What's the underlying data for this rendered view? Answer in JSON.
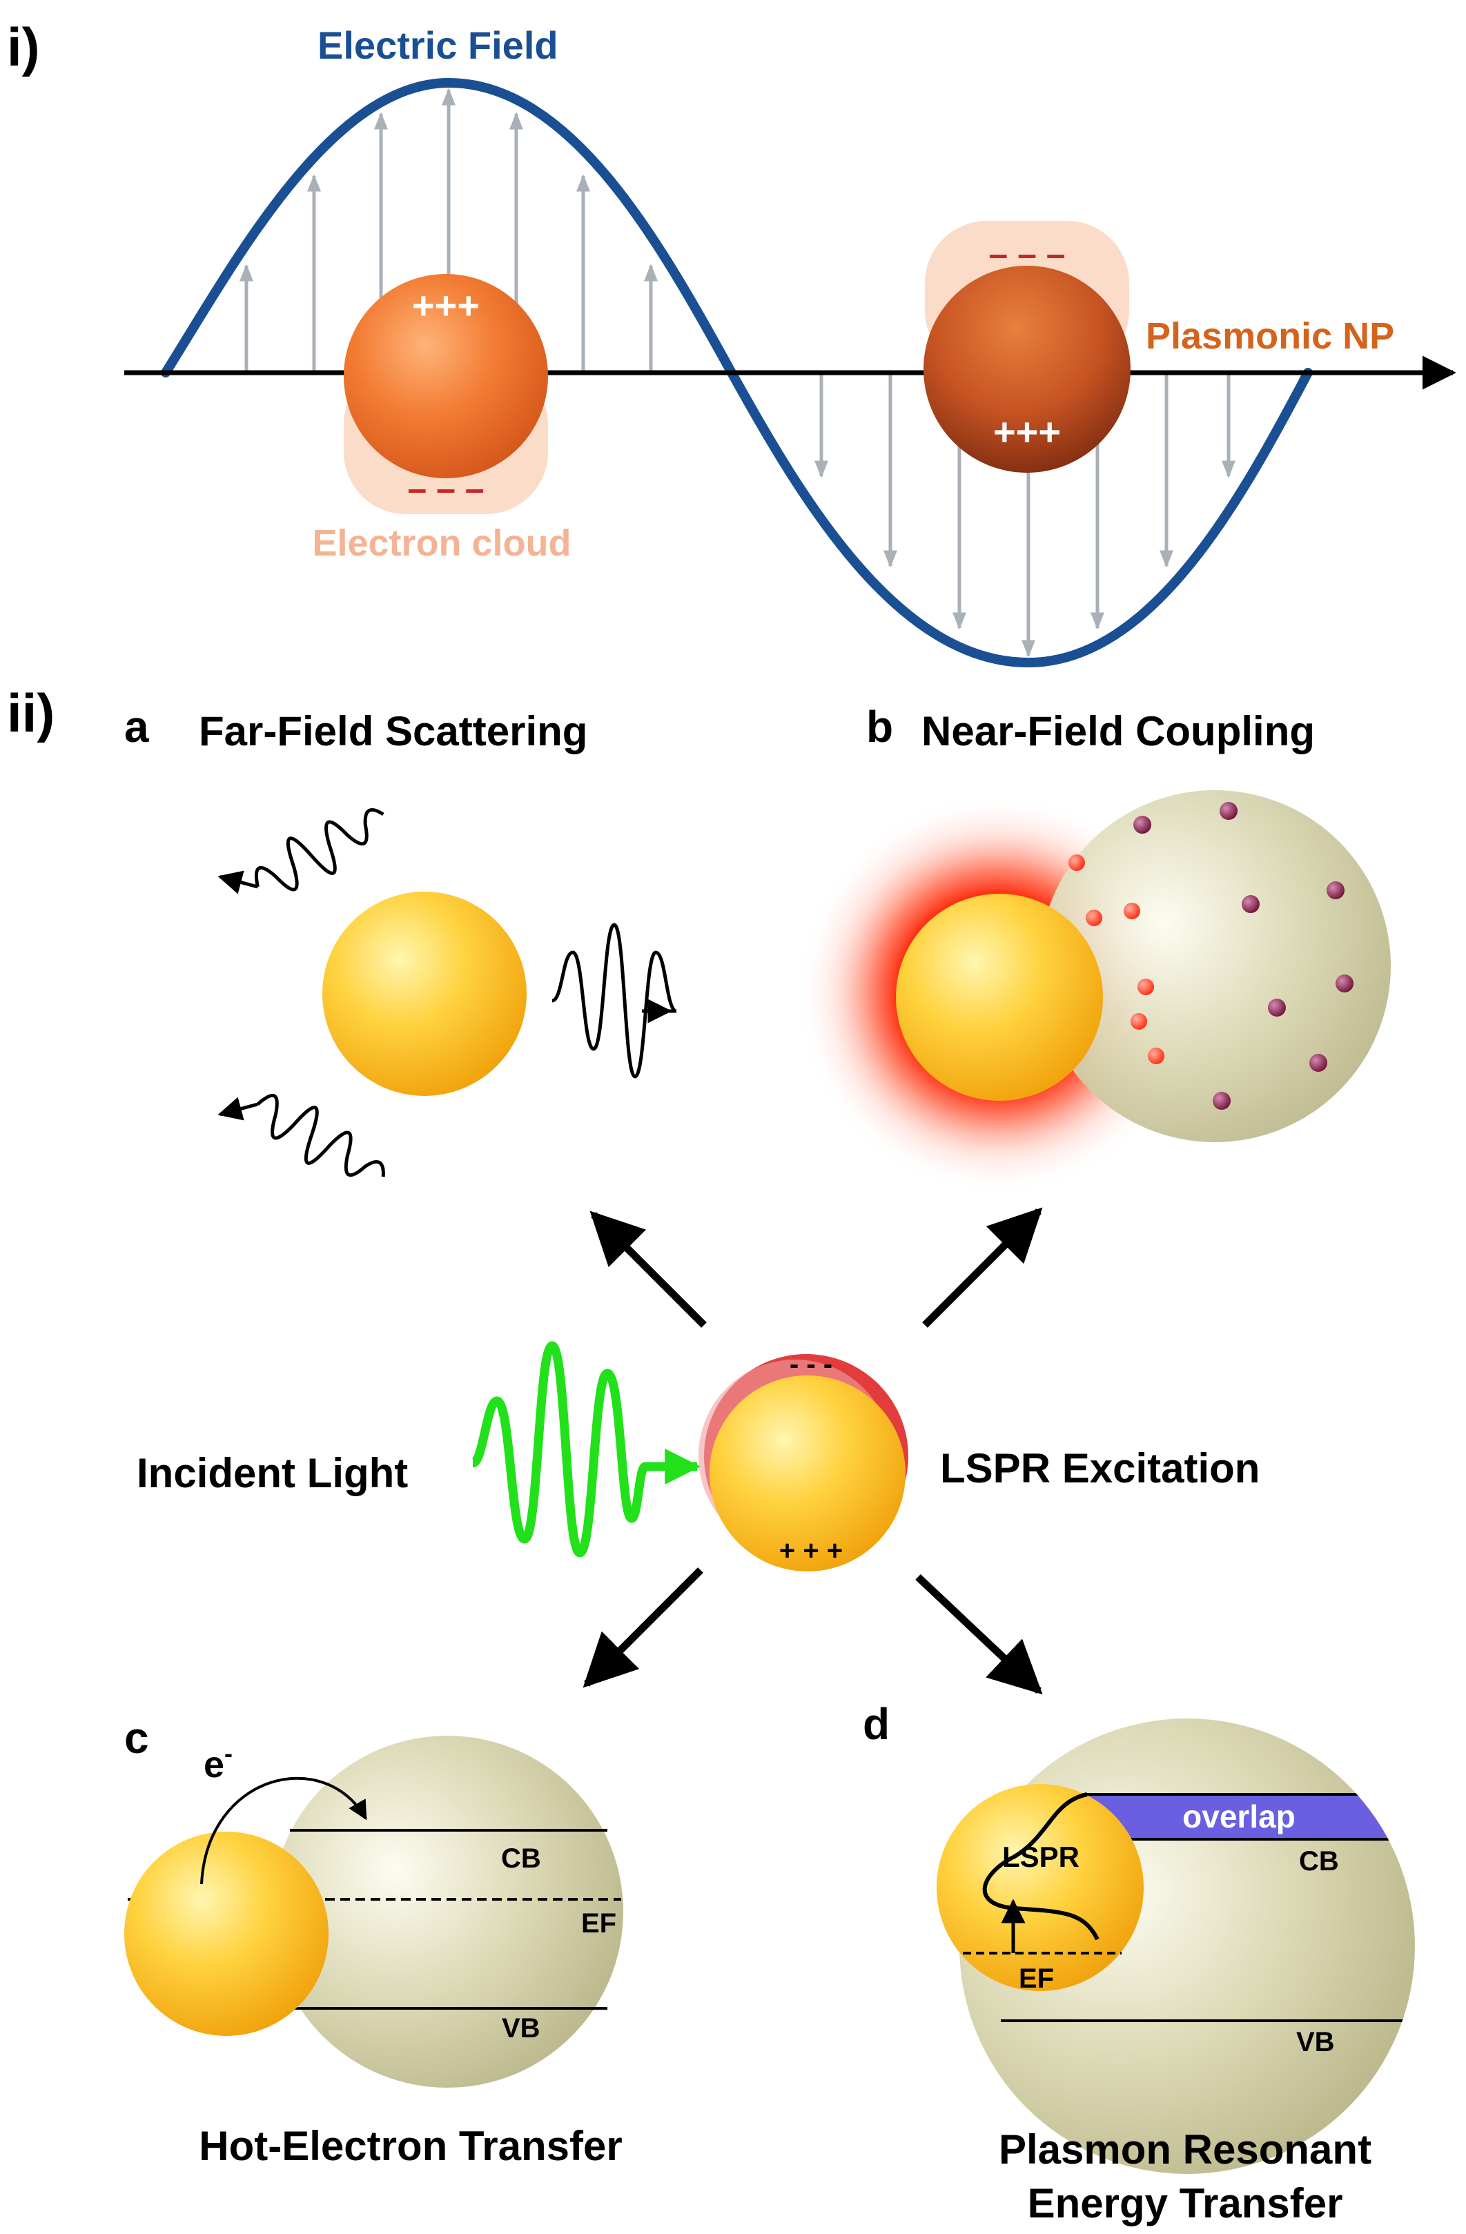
{
  "panel_i": {
    "label": "i)",
    "electric_field_label": "Electric Field",
    "plasmonic_np_label": "Plasmonic NP",
    "electron_cloud_label": "Electron cloud",
    "np1_top_charges": "+++",
    "np1_bottom_charges": "– – –",
    "np2_top_charges": "– – –",
    "np2_bottom_charges": "+++"
  },
  "panel_ii": {
    "label": "ii)",
    "a": {
      "letter": "a",
      "title": "Far-Field Scattering"
    },
    "b": {
      "letter": "b",
      "title": "Near-Field Coupling"
    },
    "c": {
      "letter": "c",
      "title": "Hot-Electron Transfer",
      "electron": "e",
      "electron_sup": "-",
      "cb": "CB",
      "ef": "EF",
      "vb": "VB"
    },
    "d": {
      "letter": "d",
      "title_line1": "Plasmon Resonant",
      "title_line2": "Energy Transfer",
      "overlap": "overlap",
      "lspr": "LSPR",
      "cb": "CB",
      "ef": "EF",
      "vb": "VB"
    },
    "incident_light": "Incident Light",
    "lspr_excitation": "LSPR Excitation",
    "center_top_charges": "- - -",
    "center_bottom_charges": "+ + +"
  },
  "colors": {
    "wave": "#1a4f94",
    "plasmonic_np_text": "#d4631b",
    "electron_cloud_text": "#f4b393",
    "incident_light": "#22e01a",
    "overlap_band": "#6a5fe0",
    "negative_charge": "#c62828"
  }
}
